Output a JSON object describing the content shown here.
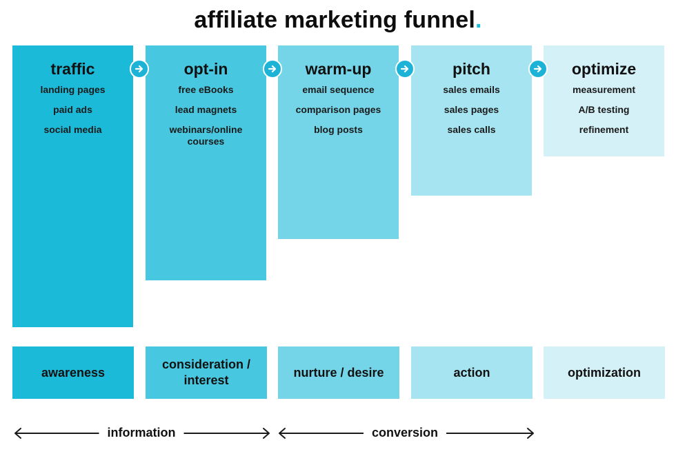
{
  "title": {
    "text": "affiliate marketing funnel",
    "dot": "."
  },
  "colors": {
    "accent": "#1cbad9",
    "col1": "#1cbad9",
    "col2": "#47c8e0",
    "col3": "#74d5e8",
    "col4": "#a5e4f0",
    "col5": "#d4f1f7"
  },
  "columns": [
    {
      "heading": "traffic",
      "items": [
        "landing pages",
        "paid ads",
        "social media"
      ]
    },
    {
      "heading": "opt-in",
      "items": [
        "free eBooks",
        "lead magnets",
        "webinars/online courses"
      ]
    },
    {
      "heading": "warm-up",
      "items": [
        "email sequence",
        "comparison pages",
        "blog posts"
      ]
    },
    {
      "heading": "pitch",
      "items": [
        "sales emails",
        "sales pages",
        "sales calls"
      ]
    },
    {
      "heading": "optimize",
      "items": [
        "measurement",
        "A/B testing",
        "refinement"
      ]
    }
  ],
  "connector_icon": "arrow-right-circle-icon",
  "stages": [
    "awareness",
    "consideration / interest",
    "nurture / desire",
    "action",
    "optimization"
  ],
  "phases": [
    {
      "label": "information"
    },
    {
      "label": "conversion"
    }
  ]
}
